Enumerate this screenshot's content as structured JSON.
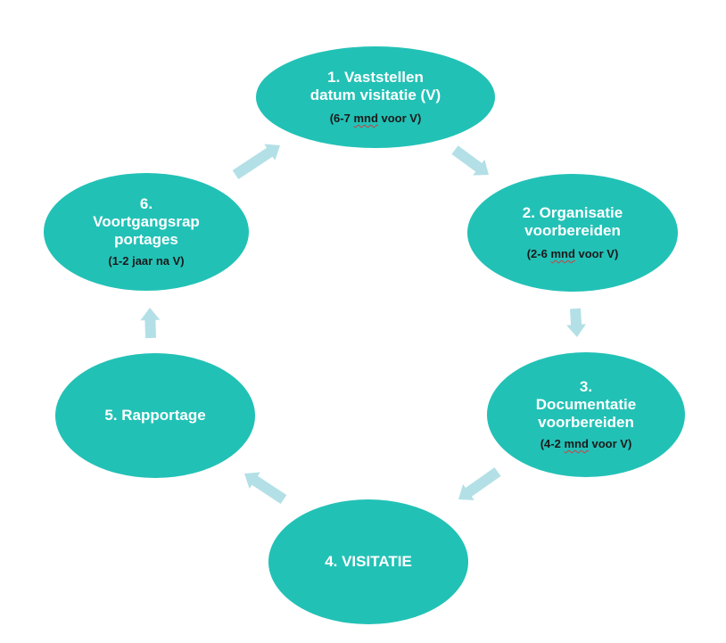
{
  "colors": {
    "node_fill": "#22c1b6",
    "arrow_fill": "#b3e0e6",
    "title_text": "#ffffff",
    "sub_text": "#1a1a1a"
  },
  "nodes": [
    {
      "title_lines": [
        "1. Vaststellen",
        "datum visitatie (V)"
      ],
      "sub_pre": "(6-7 ",
      "sub_ul": "mnd",
      "sub_post": " voor V)"
    },
    {
      "title_lines": [
        "2. Organisatie",
        "voorbereiden"
      ],
      "sub_pre": "(2-6 ",
      "sub_ul": "mnd",
      "sub_post": " voor V)"
    },
    {
      "title_lines": [
        "3.",
        "Documentatie",
        "voorbereiden"
      ],
      "sub_pre": "(4-2 ",
      "sub_ul": "mnd",
      "sub_post": " voor V)"
    },
    {
      "title_lines": [
        "4. VISITATIE"
      ]
    },
    {
      "title_lines": [
        "5. Rapportage"
      ]
    },
    {
      "title_lines": [
        "6.",
        "Voortgangsrap",
        "portages"
      ],
      "sub_pre": "(1-2 jaar na V)"
    }
  ]
}
